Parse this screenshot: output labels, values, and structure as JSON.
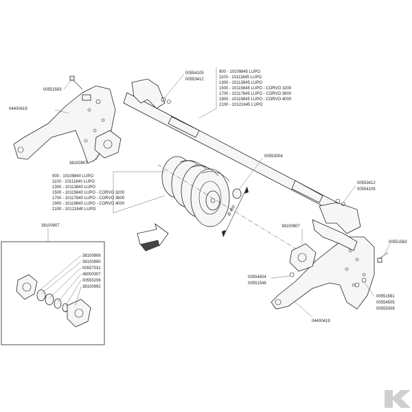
{
  "labels": {
    "top_left_bolt": "00551583",
    "top_left_bracket": "04400419",
    "top_left_bearing": "38100907",
    "top_center_bolt": "00554105",
    "top_center_nut": "00553412",
    "shaft_list": [
      "900 - 10109845 LUPO",
      "1100 - 10111845 LUPO",
      "1300 - 10113845 LUPO",
      "1500 - 10115845 LUPO - CORVO 3200",
      "1700 - 10117845 LUPO - CORVO 3600",
      "1900 - 10119845 LUPO - CORVO 4000",
      "2100 - 10121845 LUPO"
    ],
    "rotor_list": [
      "900 - 10109840 LUPO",
      "1100 - 10111840 LUPO",
      "1300 - 10113840 LUPO",
      "1500 - 10115840 LUPO - CORVO 3200",
      "1700 - 10117840 LUPO - CORVO 3600",
      "1900 - 10119840 LUPO - CORVO 4000",
      "2100 - 10121840 LUPO"
    ],
    "rotor_center": "00553004",
    "diameter": "Ø 450",
    "right_nut": "00553412",
    "right_bolt": "00554105",
    "right_bearing": "38100907",
    "right_bolt_far": "00551583",
    "right_washer_a": "00554504",
    "right_washer_b": "00551548",
    "right_list": [
      "00551581",
      "00554505",
      "00555309"
    ],
    "right_bracket": "04400419",
    "inset_title": "38100907",
    "inset_list": [
      "38100906",
      "38100990",
      "00557031",
      "48000307",
      "00555206",
      "38100992"
    ]
  },
  "colors": {
    "line": "#222222",
    "arrow_dark": "#444444"
  }
}
